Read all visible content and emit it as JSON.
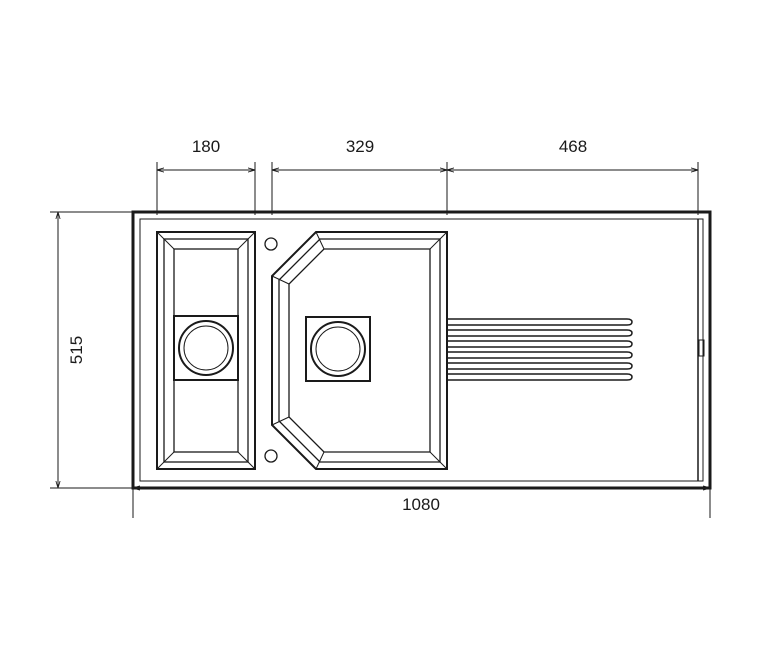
{
  "dimensions": {
    "small_bowl_width": "180",
    "large_bowl_width": "329",
    "drainer_width": "468",
    "total_width": "1080",
    "total_depth": "515"
  },
  "colors": {
    "line": "#1a1a1a",
    "background": "#ffffff"
  }
}
